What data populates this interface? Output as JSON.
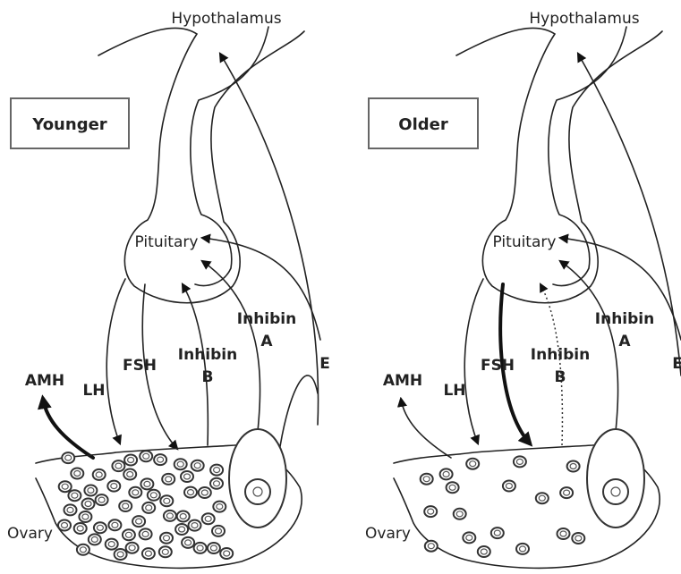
{
  "panels": [
    {
      "id": "younger",
      "condition": "Younger",
      "hypothalamus": "Hypothalamus",
      "pituitary": "Pituitary",
      "ovary": "Ovary",
      "amh": "AMH",
      "lh": "LH",
      "fsh": "FSH",
      "inhibin_b": [
        "Inhibin",
        "B"
      ],
      "inhibin_a": [
        "Inhibin",
        "A"
      ],
      "e": "E",
      "follicle_count": 56
    },
    {
      "id": "older",
      "condition": "Older",
      "hypothalamus": "Hypothalamus",
      "pituitary": "Pituitary",
      "ovary": "Ovary",
      "amh": "AMH",
      "lh": "LH",
      "fsh": "FSH",
      "inhibin_b": [
        "Inhibin",
        "B"
      ],
      "inhibin_a": [
        "Inhibin",
        "A"
      ],
      "e": "E",
      "follicle_count": 18
    }
  ]
}
